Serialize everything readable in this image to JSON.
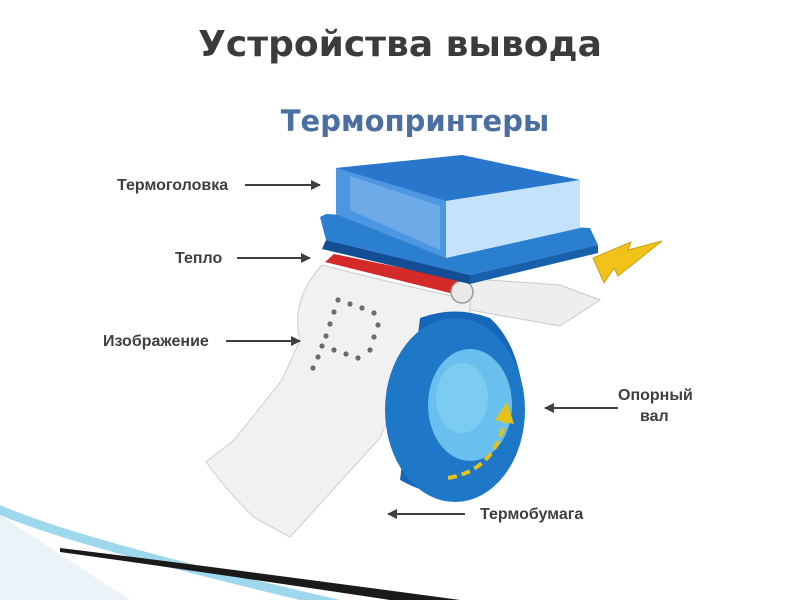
{
  "slide": {
    "title": "Устройства вывода",
    "subtitle": "Термопринтеры"
  },
  "diagram": {
    "labels": {
      "head": "Термоголовка",
      "heat": "Тепло",
      "image": "Изображение",
      "roller_line1": "Опорный",
      "roller_line2": "вал",
      "paper": "Термобумага"
    },
    "colors": {
      "head_top": "#2a7fd0",
      "head_side": "#7fb3e8",
      "heat_strip": "#d42a2a",
      "roller": "#1f77c7",
      "roller_hub": "#69c0ee",
      "feed_arrow": "#f0c21a",
      "paper": "#f1f1f1",
      "dots": "#6b6b6b"
    },
    "icons": [
      "feed-direction-arrow",
      "rotation-arrow",
      "label-pointer-arrow"
    ]
  }
}
